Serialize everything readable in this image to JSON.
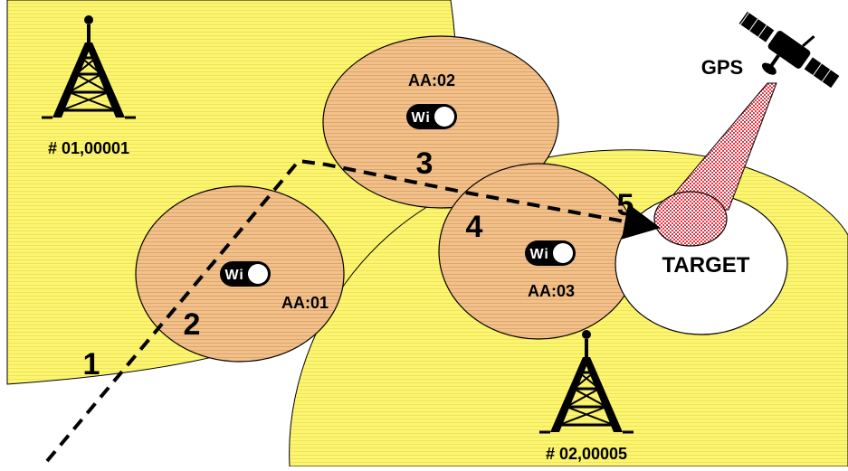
{
  "towers": [
    {
      "id": "# 01,00001"
    },
    {
      "id": "# 02,00005"
    }
  ],
  "access_points": [
    {
      "mac": "AA:01",
      "badge": "Wi Fi"
    },
    {
      "mac": "AA:02",
      "badge": "Wi Fi"
    },
    {
      "mac": "AA:03",
      "badge": "Wi Fi"
    }
  ],
  "steps": [
    "1",
    "2",
    "3",
    "4",
    "5"
  ],
  "gps_label": "GPS",
  "target_label": "TARGET",
  "colors": {
    "cell_coverage": "#fbf571",
    "wifi_coverage": "#f2c18b",
    "gps_beam": "#e84b57",
    "path": "#000000"
  }
}
